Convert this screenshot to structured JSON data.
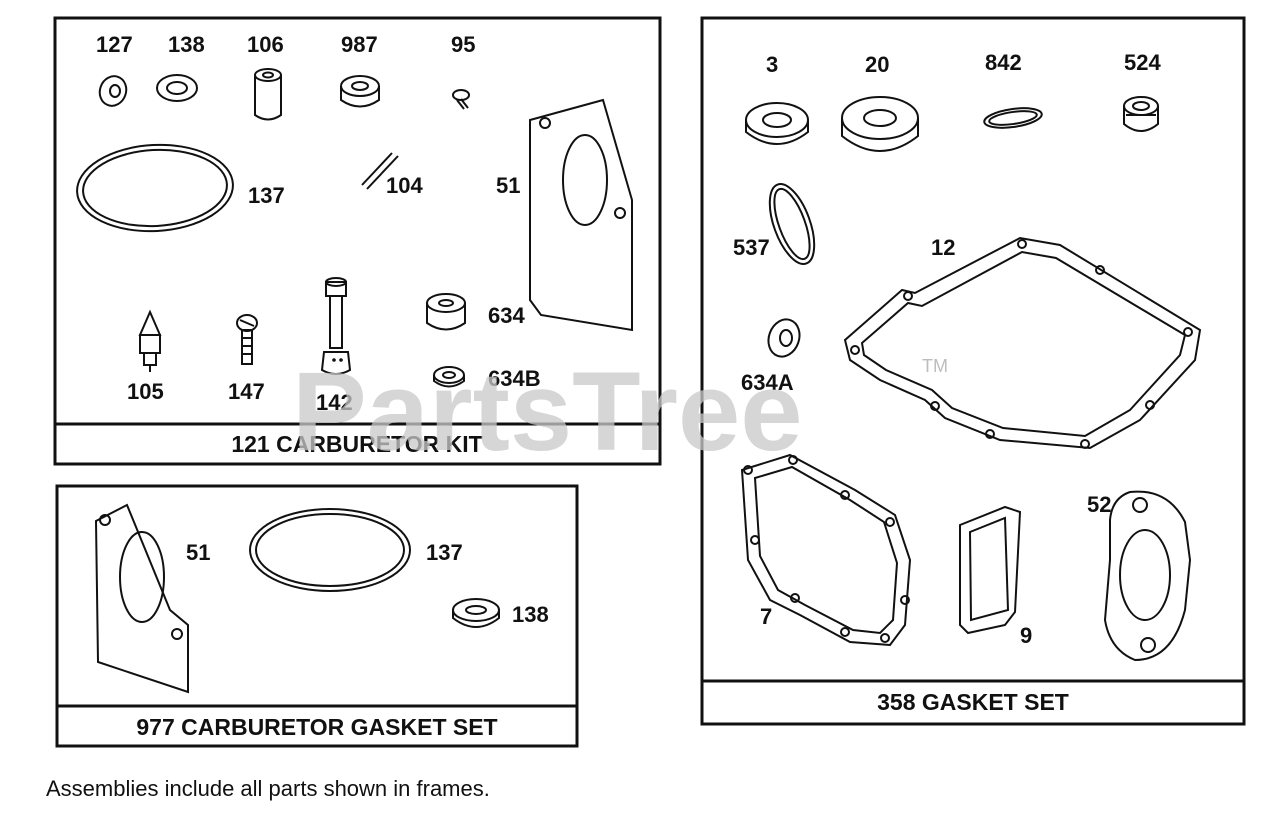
{
  "watermark": {
    "text": "PartsTree",
    "tm": "TM"
  },
  "kits": {
    "carburetor_kit": {
      "title": "121 CARBURETOR KIT",
      "parts": [
        "127",
        "138",
        "106",
        "987",
        "95",
        "137",
        "104",
        "51",
        "634",
        "634B",
        "105",
        "147",
        "142"
      ]
    },
    "carburetor_gasket_set": {
      "title": "977 CARBURETOR GASKET SET",
      "parts": [
        "51",
        "137",
        "138"
      ]
    },
    "gasket_set": {
      "title": "358 GASKET SET",
      "parts": [
        "3",
        "20",
        "842",
        "524",
        "537",
        "12",
        "634A",
        "7",
        "9",
        "52"
      ]
    }
  },
  "footnote": "Assemblies include all parts shown in frames."
}
